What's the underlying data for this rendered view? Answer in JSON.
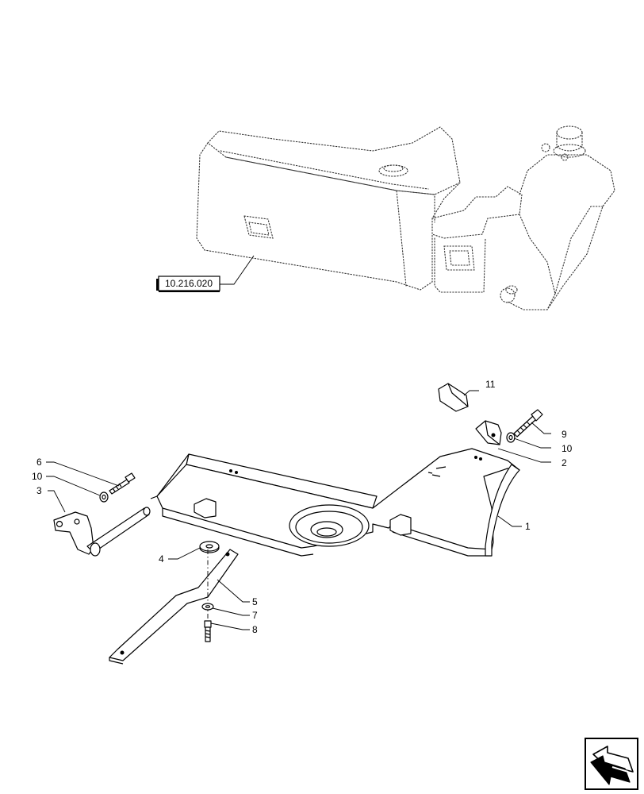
{
  "reference": {
    "label": "10.216.020"
  },
  "callouts": [
    {
      "id": "1",
      "text": "1"
    },
    {
      "id": "2",
      "text": "2"
    },
    {
      "id": "3",
      "text": "3"
    },
    {
      "id": "4",
      "text": "4"
    },
    {
      "id": "5",
      "text": "5"
    },
    {
      "id": "6",
      "text": "6"
    },
    {
      "id": "7",
      "text": "7"
    },
    {
      "id": "8",
      "text": "8"
    },
    {
      "id": "9",
      "text": "9"
    },
    {
      "id": "10a",
      "text": "10"
    },
    {
      "id": "10b",
      "text": "10"
    },
    {
      "id": "11",
      "text": "11"
    }
  ],
  "nav_icon": "page-navigation-arrow-icon"
}
